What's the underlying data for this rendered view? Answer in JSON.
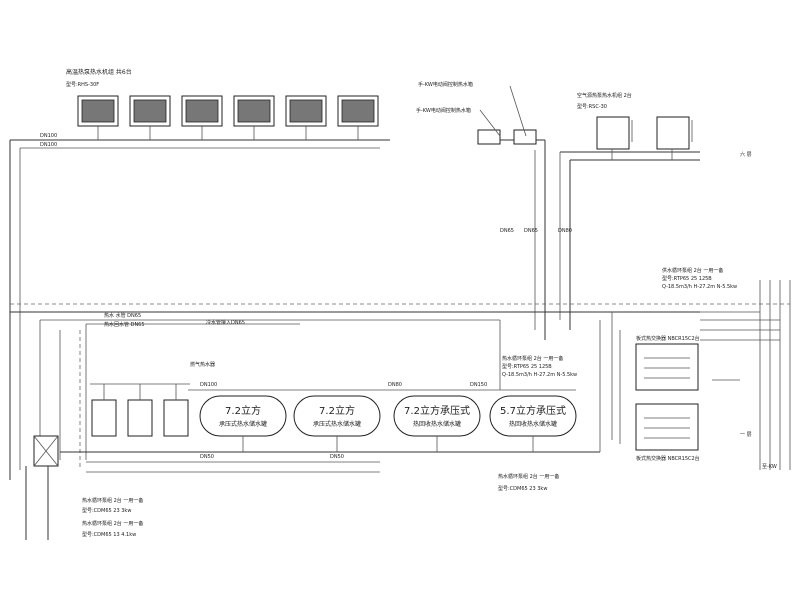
{
  "heat_pump": {
    "title": "高温热泵热水机组 共6台",
    "model": "型号:RHS-30F"
  },
  "solenoid": {
    "label1": "手-KW电动阀控制热水箱",
    "label2": "手-KW电动阀控制热水箱"
  },
  "fan_coil": {
    "title": "空气源热泵热水机组 2台",
    "model": "型号:RSC-30"
  },
  "floor_upper": "六 层",
  "floor_lower": "一 层",
  "water_heater_label": "燃气热水器",
  "tanks": [
    {
      "line1": "7.2立方",
      "line2": "承压式热水储水罐"
    },
    {
      "line1": "7.2立方",
      "line2": "承压式热水储水罐"
    },
    {
      "line1": "7.2立方承压式",
      "line2": "热回收热水储水罐"
    },
    {
      "line1": "5.7立方承压式",
      "line2": "热回收热水储水罐"
    }
  ],
  "pump_groups": [
    {
      "title": "供水循环泵组 2台 一用一备",
      "model": "型号:RTP65 25 125B",
      "spec": "Q-18.5m3/h H-27.2m N-5.5kw"
    },
    {
      "title": "热水循环泵组 2台 一用一备",
      "model": "型号:RTP65 25 125B",
      "spec": "Q-18.5m3/h H-27.2m N-5.5kw"
    },
    {
      "title": "热水循环泵组 2台 一用一备",
      "model": "型号:CDM65 23 3kw"
    },
    {
      "title": "热水循环泵组 2台 一用一备",
      "model": "型号:CDM65 23 3kw"
    },
    {
      "title": "热水循环泵组 2台 一用一备",
      "model": "型号:CDM65 13 4.1kw"
    }
  ],
  "exchangers": [
    {
      "label": "板式热交换器 NBCR15C2台"
    },
    {
      "label": "板式热交换器 NBCR15C2台"
    }
  ],
  "pipe_notes": {
    "cold": "热水 水管 DN65",
    "hot": "热水回水管 DN65",
    "supply": "冷水管接入DN65",
    "right_bottom": "至-KW"
  },
  "dn": [
    "DN100",
    "DN80",
    "DN65",
    "DN50",
    "DN150"
  ]
}
